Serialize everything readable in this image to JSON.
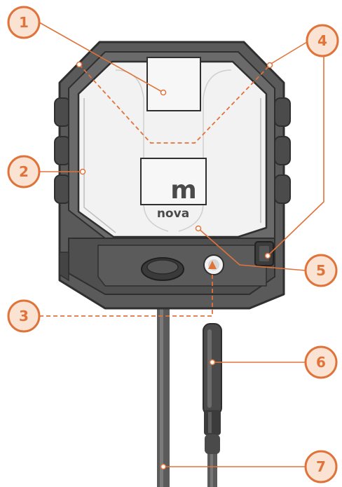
{
  "diagram": {
    "brand": "nova",
    "logo_glyph": "m",
    "accent_color": "#e0733a",
    "callout_fill": "#fbe3d3",
    "housing_color": "#5a5a5a",
    "housing_dark": "#3f3f3f",
    "face_color": "#f2f2f2",
    "callouts": [
      {
        "label": "1"
      },
      {
        "label": "2"
      },
      {
        "label": "3"
      },
      {
        "label": "4"
      },
      {
        "label": "5"
      },
      {
        "label": "6"
      },
      {
        "label": "7"
      }
    ]
  }
}
